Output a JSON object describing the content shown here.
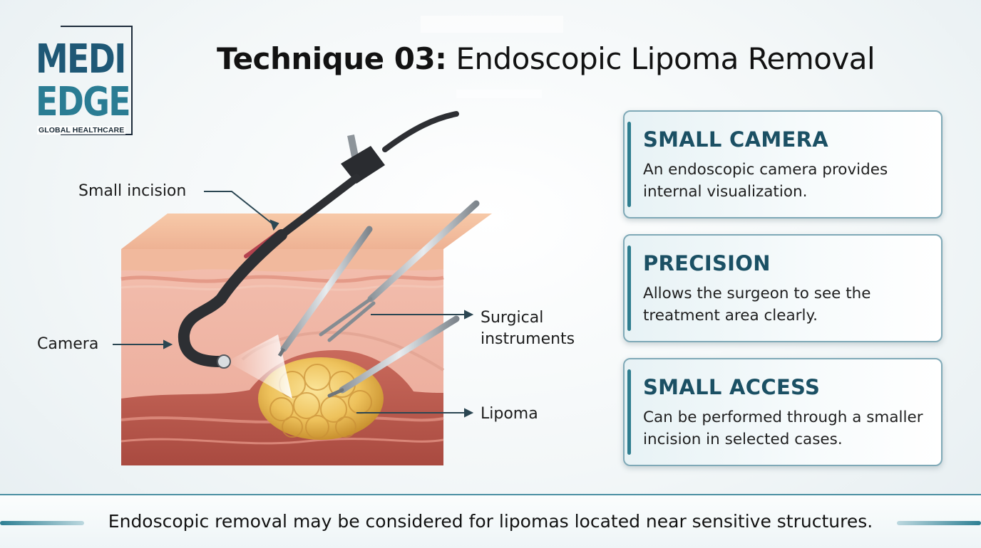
{
  "logo": {
    "line1": "MEDI",
    "line2": "EDGE",
    "tagline": "GLOBAL HEALTHCARE"
  },
  "title": {
    "prefix": "Technique 03:",
    "main": "Endoscopic Lipoma Removal"
  },
  "diagram": {
    "labels": {
      "small_incision": "Small incision",
      "camera": "Camera",
      "surgical_instruments_line1": "Surgical",
      "surgical_instruments_line2": "instruments",
      "lipoma": "Lipoma"
    }
  },
  "cards": [
    {
      "title": "SMALL CAMERA",
      "body": "An endoscopic camera provides internal visualization."
    },
    {
      "title": "PRECISION",
      "body": "Allows the surgeon to see the treatment area clearly."
    },
    {
      "title": "SMALL ACCESS",
      "body": "Can be performed through a smaller incision in selected cases."
    }
  ],
  "footer": {
    "text": "Endoscopic removal may be considered for lipomas located near sensitive structures."
  },
  "colors": {
    "accent": "#2e7d8f",
    "card_title": "#1b5064",
    "logo_dark": "#1f5876"
  }
}
